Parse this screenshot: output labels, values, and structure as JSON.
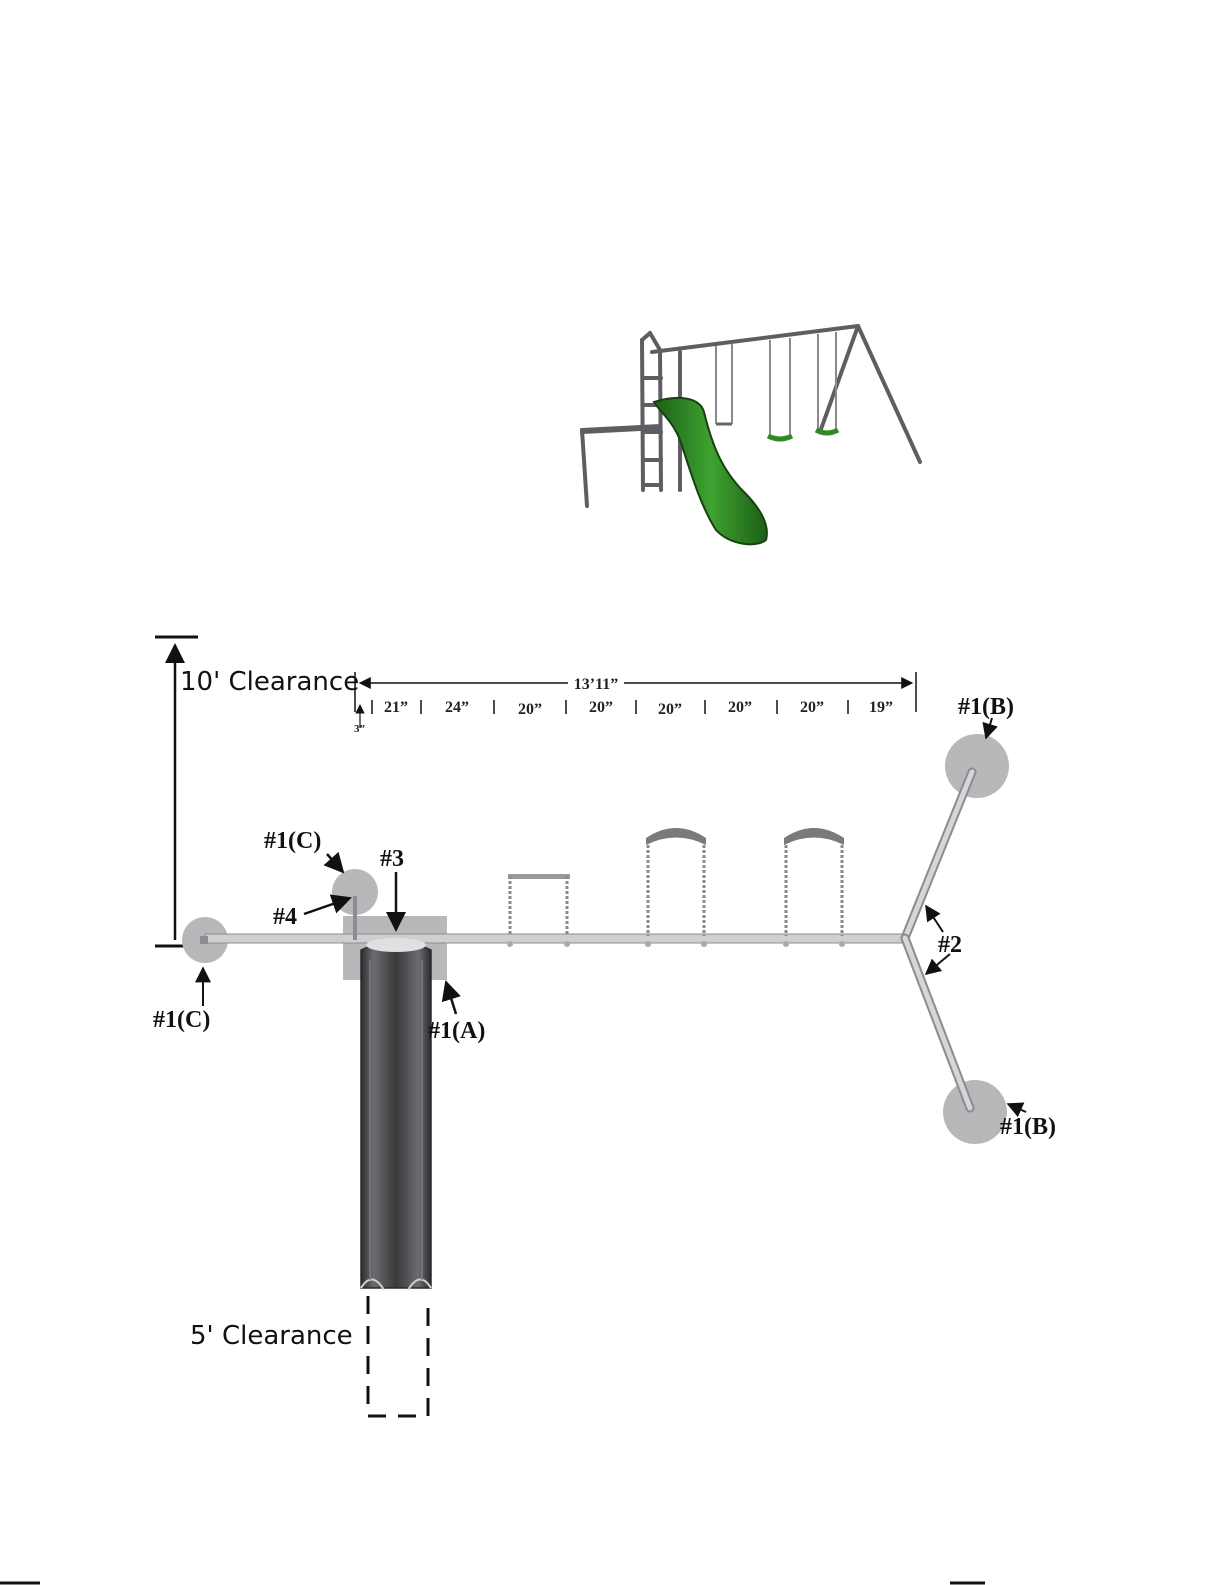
{
  "clearance": {
    "top": "10' Clearance",
    "bottom": "5' Clearance"
  },
  "dimensions": {
    "overall": "13’11”",
    "offset": "3”",
    "segments": [
      "21”",
      "24”",
      "20”",
      "20”",
      "20”",
      "20”",
      "20”",
      "19”"
    ]
  },
  "labels": {
    "a": "#1(A)",
    "b_top": "#1(B)",
    "b_bottom": "#1(B)",
    "c_left": "#1(C)",
    "c_top": "#1(C)",
    "two": "#2",
    "three": "#3",
    "four": "#4"
  },
  "colors": {
    "slide_green": "#2f8a24",
    "frame": "#6a6a6a",
    "footing": "#b8b8bb",
    "slide_dark": "#4a4a4c"
  }
}
